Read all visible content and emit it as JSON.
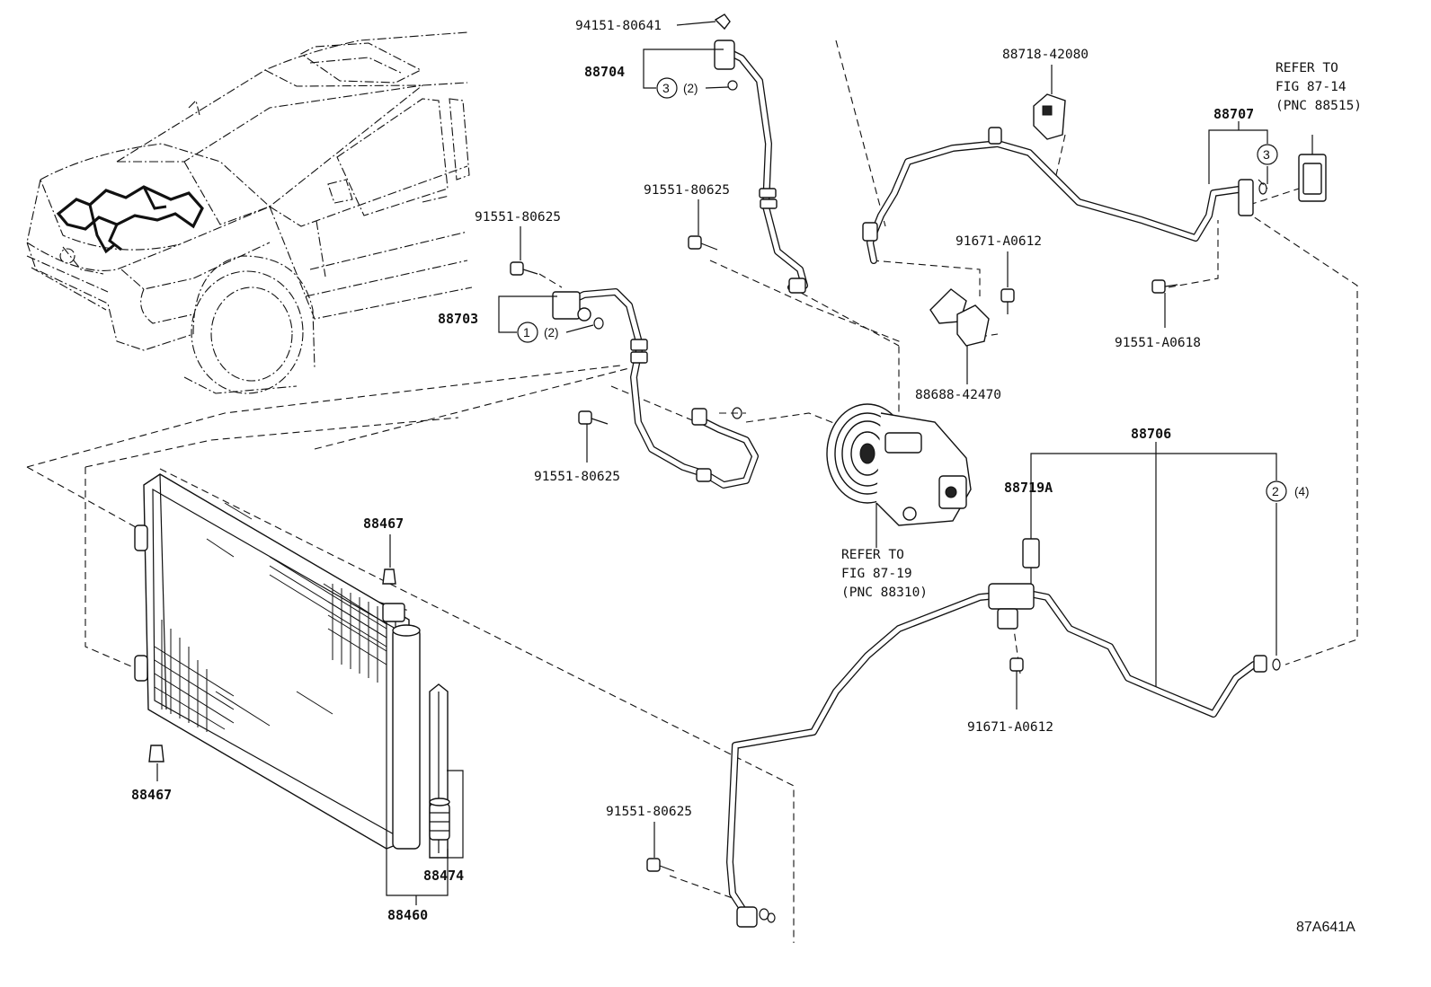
{
  "diagram": {
    "figure_id": "87A641A",
    "labels": {
      "p94151_80641": "94151-80641",
      "p88704": "88704",
      "p88704_ring_circle": "3",
      "p88704_ring_qty": "(2)",
      "p88718_42080": "88718-42080",
      "p88707": "88707",
      "p88707_ring_circle": "3",
      "ref_87_14": [
        "REFER TO",
        "FIG 87-14",
        "(PNC 88515)"
      ],
      "p91551_80625_a": "91551-80625",
      "p91551_80625_b": "91551-80625",
      "p91551_80625_c": "91551-80625",
      "p91551_80625_d": "91551-80625",
      "p91671_A0612_a": "91671-A0612",
      "p91671_A0612_b": "91671-A0612",
      "p91551_A0618": "91551-A0618",
      "p88703": "88703",
      "p88703_ring_circle": "1",
      "p88703_ring_qty": "(2)",
      "p88688_42470": "88688-42470",
      "p88706": "88706",
      "p88719A": "88719A",
      "p88706_ring_circle": "2",
      "p88706_ring_qty": "(4)",
      "ref_87_19": [
        "REFER TO",
        "FIG 87-19",
        "(PNC 88310)"
      ],
      "p88467_a": "88467",
      "p88467_b": "88467",
      "p88474": "88474",
      "p88460": "88460"
    }
  }
}
